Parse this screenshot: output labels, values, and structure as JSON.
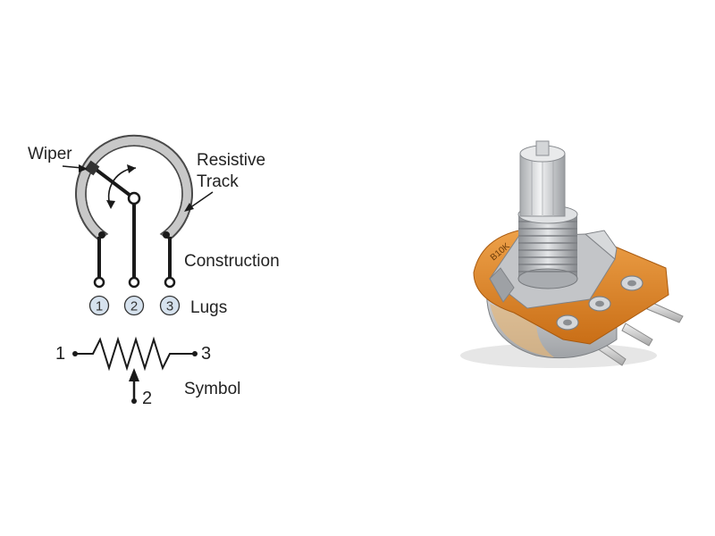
{
  "diagram": {
    "labels": {
      "wiper": "Wiper",
      "resistive_track": "Resistive\nTrack",
      "resistive_track_line1": "Resistive",
      "resistive_track_line2": "Track",
      "construction": "Construction",
      "lugs": "Lugs",
      "symbol": "Symbol"
    },
    "lug_numbers": [
      "1",
      "2",
      "3"
    ],
    "symbol_terminals": [
      "1",
      "3",
      "2"
    ]
  },
  "photo": {
    "shaft_marking": "B10K"
  },
  "colors": {
    "track": "#c8c8c8",
    "line": "#1a1a1a",
    "lug_fill": "#d6e2ee",
    "board": "#d9821f",
    "metal": "#b9bcc0"
  }
}
